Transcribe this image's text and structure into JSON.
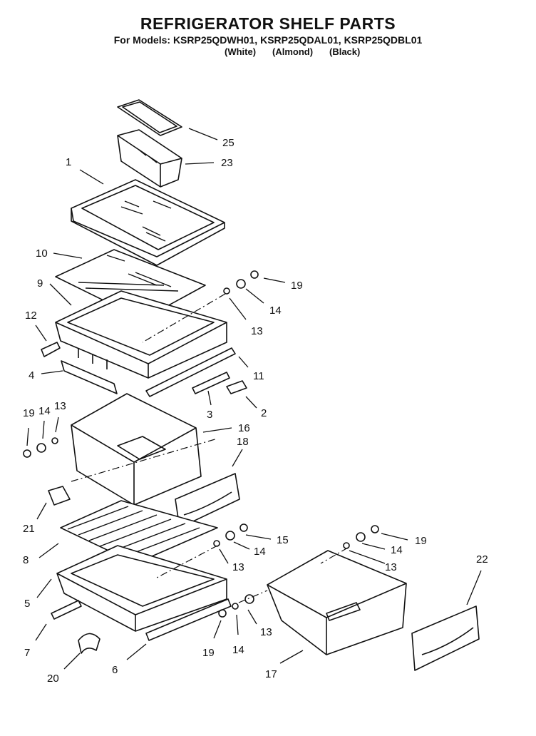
{
  "header": {
    "title": "REFRIGERATOR SHELF PARTS",
    "models_line": "For Models: KSRP25QDWH01, KSRP25QDAL01, KSRP25QDBL01",
    "variants": [
      "(White)",
      "(Almond)",
      "(Black)"
    ]
  },
  "callouts": [
    "25",
    "23",
    "1",
    "10",
    "19",
    "9",
    "14",
    "13",
    "12",
    "11",
    "4",
    "3",
    "2",
    "19",
    "14",
    "13",
    "16",
    "18",
    "21",
    "15",
    "19",
    "14",
    "8",
    "14",
    "13",
    "13",
    "22",
    "5",
    "13",
    "7",
    "19",
    "14",
    "17",
    "20",
    "6"
  ],
  "colors": {
    "ink": "#111111",
    "paper": "#ffffff"
  }
}
